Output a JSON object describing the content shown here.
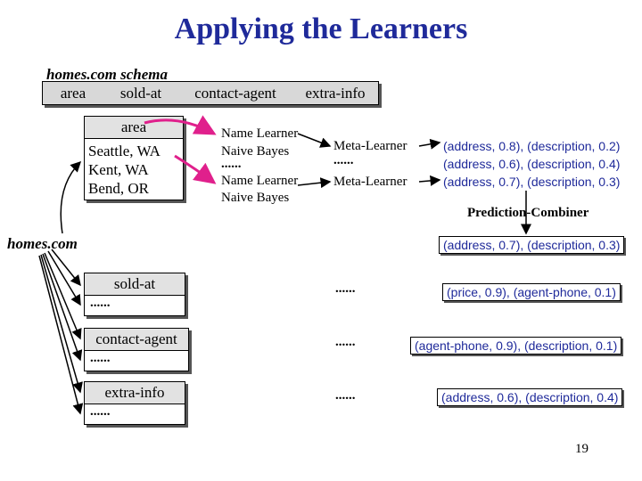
{
  "title": "Applying the Learners",
  "schema": {
    "label": "homes.com schema",
    "columns": [
      "area",
      "sold-at",
      "contact-agent",
      "extra-info"
    ]
  },
  "area_box": {
    "header": "area",
    "values": [
      "Seattle, WA",
      "Kent, WA",
      "Bend, OR"
    ]
  },
  "learners": {
    "group1": [
      "Name Learner",
      "Naive Bayes"
    ],
    "dots": "......",
    "group2": [
      "Name Learner",
      "Naive Bayes"
    ]
  },
  "meta": {
    "row1": "Meta-Learner",
    "dots": "......",
    "row2": "Meta-Learner"
  },
  "predictions": [
    "(address, 0.8), (description, 0.2)",
    "(address, 0.6), (description, 0.4)",
    "(address, 0.7), (description, 0.3)"
  ],
  "combiner": "Prediction-Combiner",
  "source_label": "homes.com",
  "combined_prediction": "(address, 0.7), (description, 0.3)",
  "other_columns": [
    {
      "header": "sold-at",
      "dots": "......",
      "mid_dots": "......",
      "prediction": "(price, 0.9), (agent-phone, 0.1)"
    },
    {
      "header": "contact-agent",
      "dots": "......",
      "mid_dots": "......",
      "prediction": "(agent-phone, 0.9), (description, 0.1)"
    },
    {
      "header": "extra-info",
      "dots": "......",
      "mid_dots": "......",
      "prediction": "(address, 0.6), (description, 0.4)"
    }
  ],
  "page_number": "19",
  "colors": {
    "title": "#1f2a9a",
    "prediction_text": "#1f2a9a",
    "area_arrow": "#e0208c",
    "border": "#000000"
  }
}
